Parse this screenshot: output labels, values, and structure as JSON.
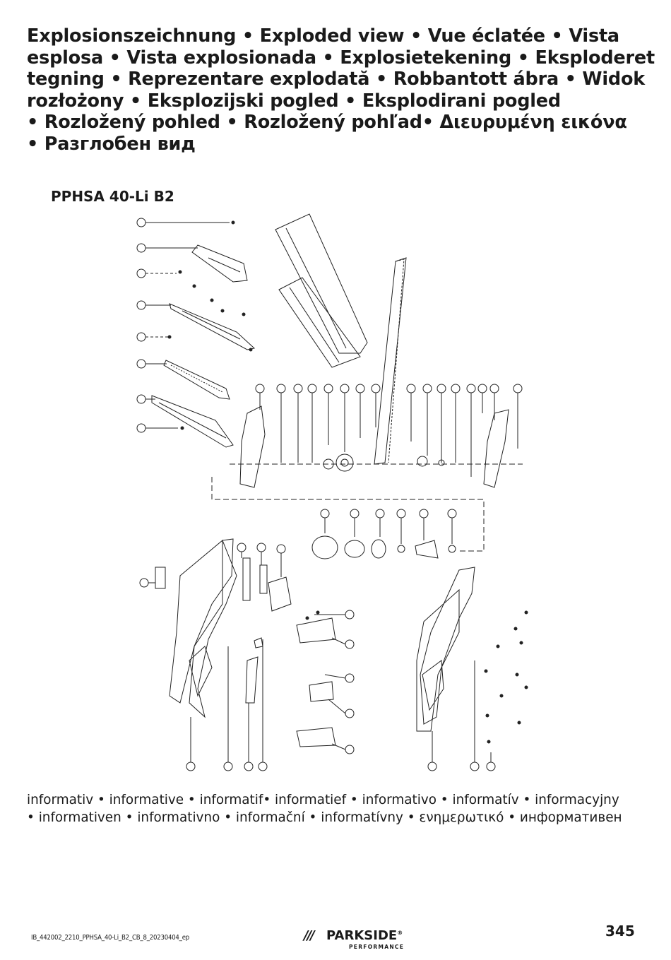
{
  "heading": {
    "line1": "Explosionszeichnung • Exploded view • Vue éclatée • Vista",
    "line2": "esplosa • Vista explosionada • Explosietekening • Eksploderet",
    "line3": "tegning • Reprezentare explodată • Robbantott ábra • Widok",
    "line4": "rozłożony • Eksplozijski pogled • Eksplodirani pogled",
    "line5": "• Rozložený pohled • Rozložený pohľad• Διευρυμένη εικόνα",
    "line6": "• Разглобен вид"
  },
  "model": "PPHSA 40-Li B2",
  "informative": {
    "line1": "informativ • informative • informatif• informatief • informativo • informatív • informacyjny",
    "line2": "• informativen • informativno • informační • informatívny • ενημερωτικό • информативен"
  },
  "footer": {
    "doc_code": "IB_442002_2210_PPHSA_40-Li_B2_CB_8_20230404_ep",
    "logo_slashes": "///",
    "brand": "PARKSIDE",
    "brand_registered": "®",
    "brand_sub": "PERFORMANCE",
    "page_number": "345"
  }
}
